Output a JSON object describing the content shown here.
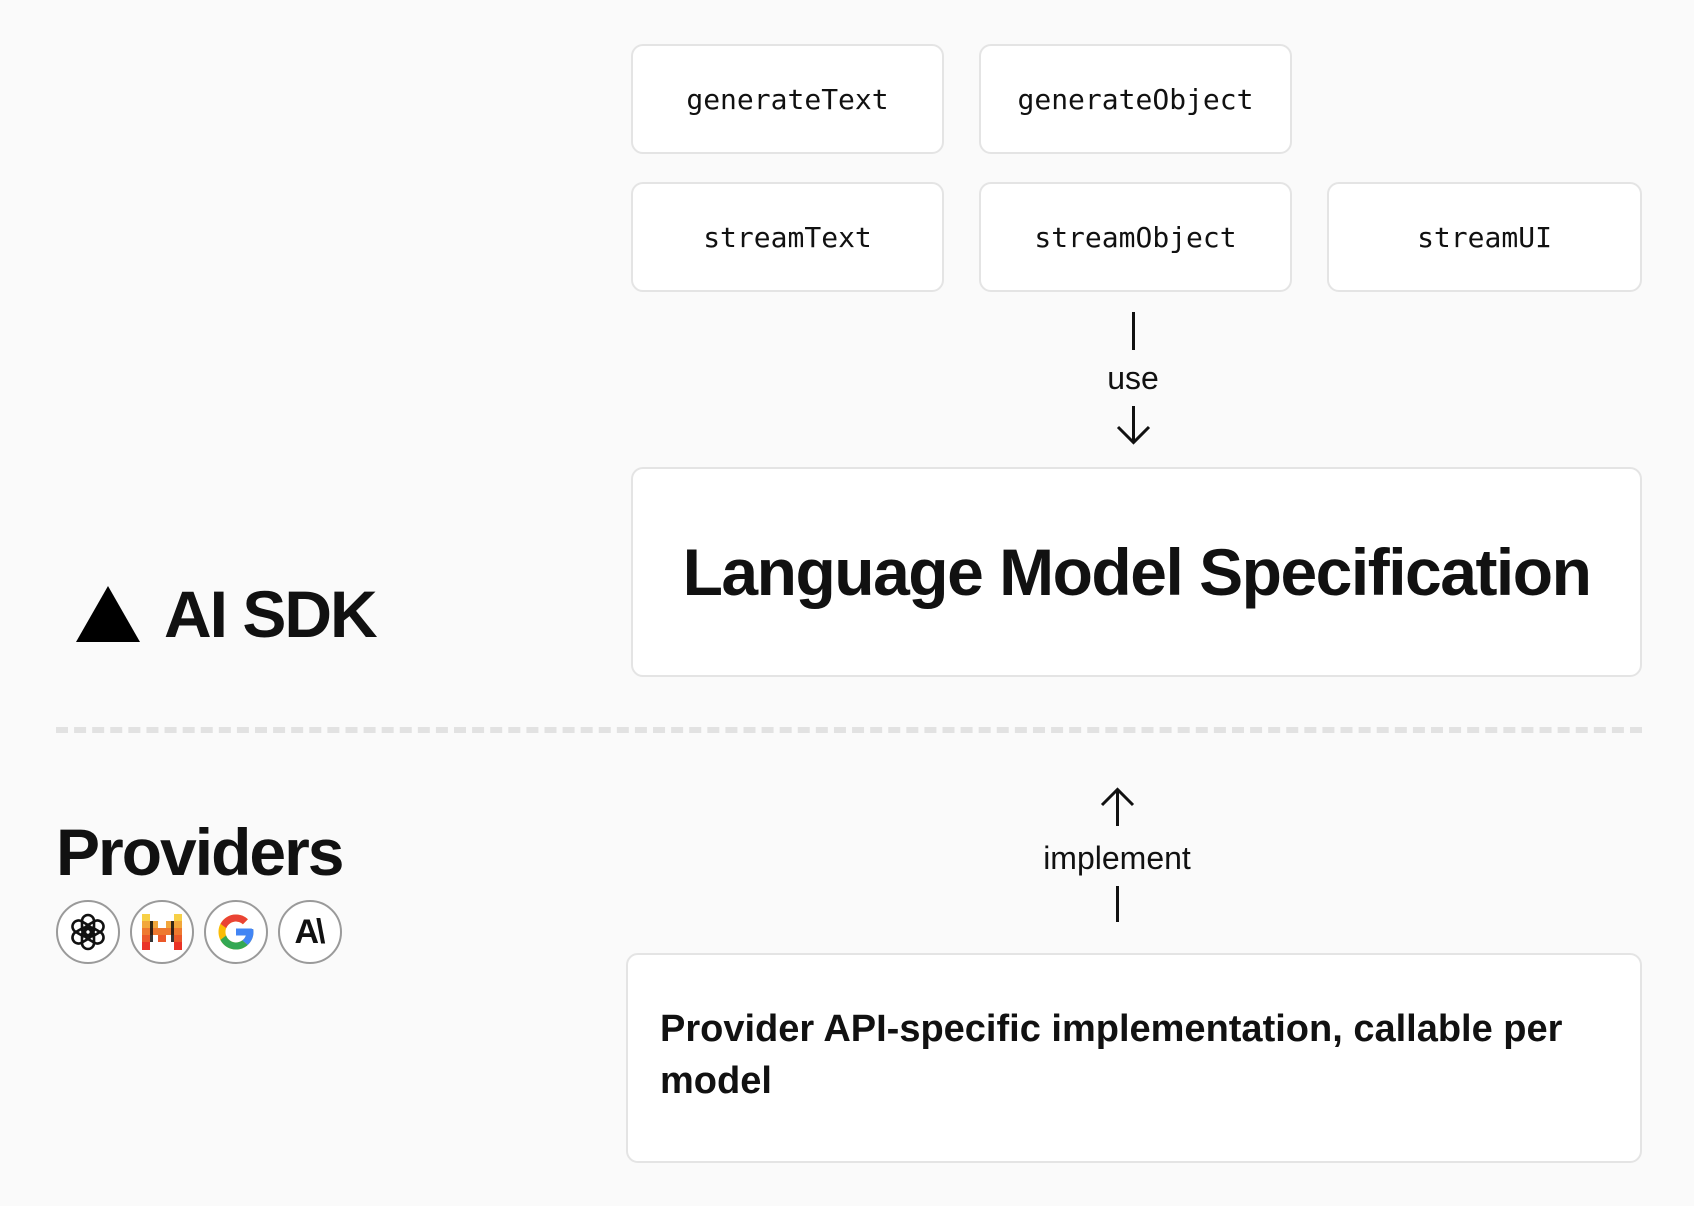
{
  "functions": {
    "generate_text": "generateText",
    "generate_object": "generateObject",
    "stream_text": "streamText",
    "stream_object": "streamObject",
    "stream_ui": "streamUI"
  },
  "arrows": {
    "use_label": "use",
    "implement_label": "implement"
  },
  "spec_box": {
    "title": "Language Model Specification"
  },
  "implementation_box": {
    "text": "Provider API-specific implementation, callable per model"
  },
  "brand": {
    "logo_icon": "triangle-logo-icon",
    "title": "AI SDK"
  },
  "providers": {
    "title": "Providers",
    "icons": [
      "openai-icon",
      "mistral-icon",
      "google-icon",
      "anthropic-icon"
    ],
    "anthropic_logo_text": "A\\"
  },
  "colors": {
    "background": "#fafafa",
    "box_border": "#e4e4e4",
    "divider": "#e2e2e2",
    "text": "#111111"
  }
}
